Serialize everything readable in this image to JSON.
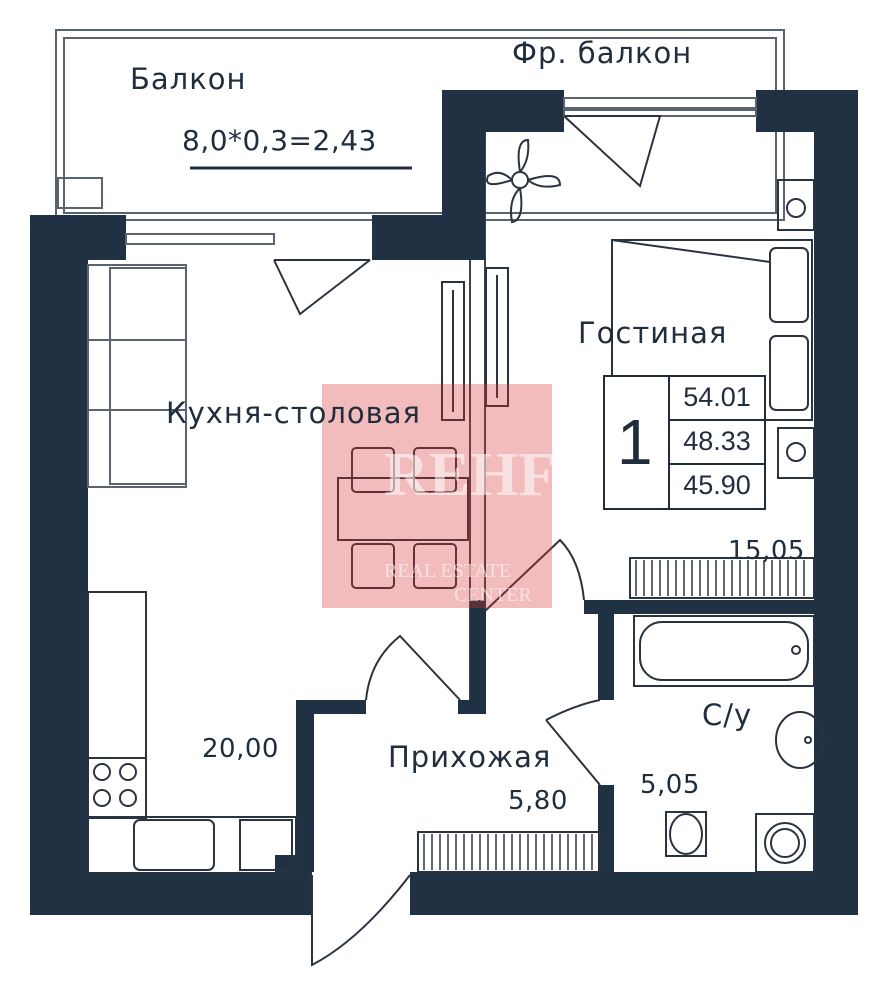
{
  "rooms": {
    "balcony": {
      "name": "Балкон",
      "calc": "8,0*0,3=2,43"
    },
    "french_balcony": {
      "name": "Фр. балкон"
    },
    "living_room": {
      "name": "Гостиная",
      "area": "15,05"
    },
    "kitchen_dining": {
      "name": "Кухня-столовая",
      "area": "20,00"
    },
    "hallway": {
      "name": "Прихожая",
      "area": "5,80"
    },
    "bathroom": {
      "name": "С/у",
      "area": "5,05"
    }
  },
  "info_box": {
    "rooms_count": "1",
    "total_area": "54.01",
    "area_2": "48.33",
    "area_3": "45.90"
  },
  "watermark": {
    "brand": "REHFE",
    "line1": "REAL ESTATE",
    "line2": "CENTER"
  },
  "colors": {
    "wall": "#1f3142",
    "line": "#2a3440",
    "watermark": "#d9302f"
  }
}
